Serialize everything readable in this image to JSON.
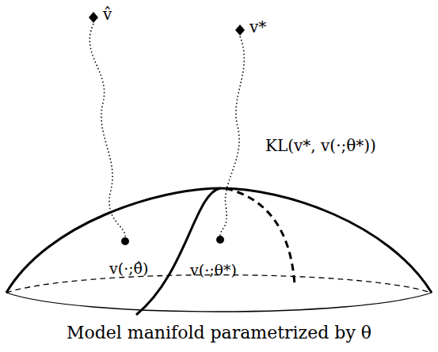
{
  "diagram": {
    "caption": "Model manifold parametrized by θ",
    "labels": [
      "v̂",
      "v*",
      "KL(v*, v(·;θ*))",
      "v(·;θ̂)",
      "v(·;θ*)"
    ]
  }
}
